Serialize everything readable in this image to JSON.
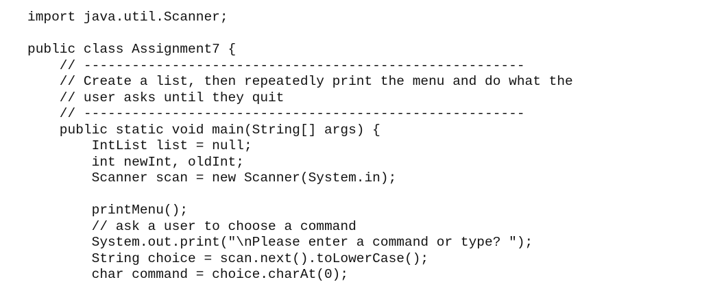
{
  "code": {
    "lines": [
      "import java.util.Scanner;",
      "",
      "public class Assignment7 {",
      "    // -------------------------------------------------------",
      "    // Create a list, then repeatedly print the menu and do what the",
      "    // user asks until they quit",
      "    // -------------------------------------------------------",
      "    public static void main(String[] args) {",
      "        IntList list = null;",
      "        int newInt, oldInt;",
      "        Scanner scan = new Scanner(System.in);",
      "",
      "        printMenu();",
      "        // ask a user to choose a command",
      "        System.out.print(\"\\nPlease enter a command or type? \");",
      "        String choice = scan.next().toLowerCase();",
      "        char command = choice.charAt(0);"
    ]
  }
}
